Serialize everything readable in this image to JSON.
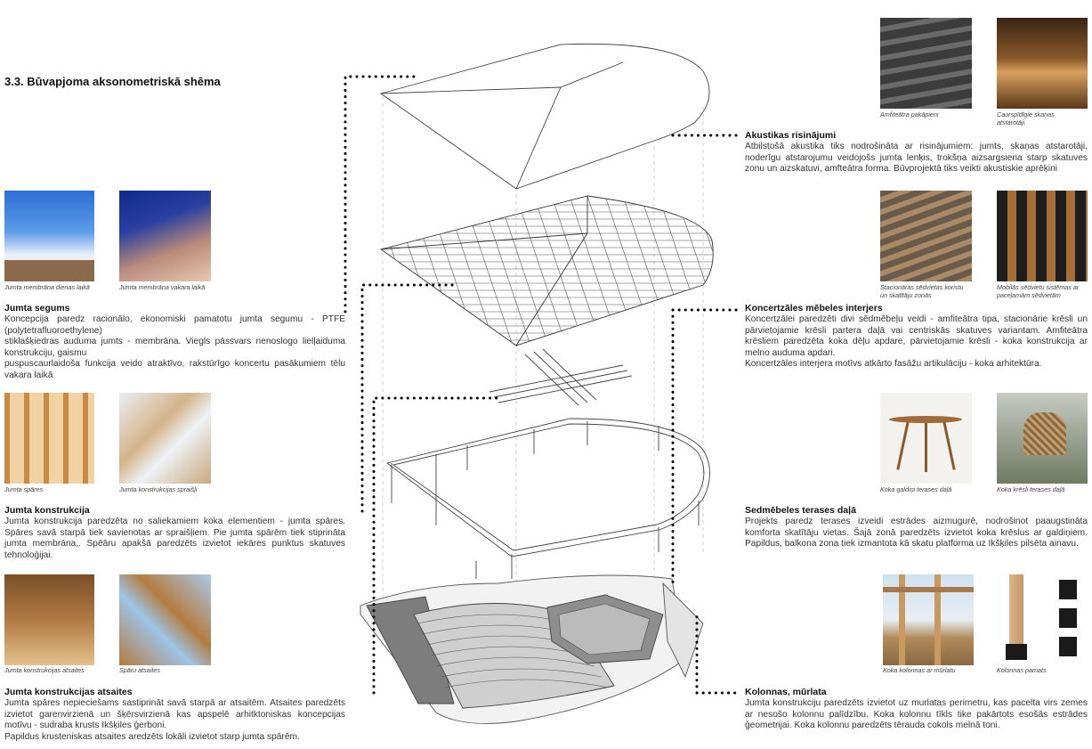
{
  "page": {
    "title": "3.3. Būvapjoma aksonometriskā shēma"
  },
  "left": {
    "photos1": [
      {
        "caption": "Jumta membrāna dienas laikā"
      },
      {
        "caption": "Jumta membrāna vakara laikā"
      }
    ],
    "segums": {
      "title": "Jumta segums",
      "p1": "Koncepcija paredz racionālo, ekonomiski pamatotu jumta segumu - PTFE (polytetrafluoroethylene)",
      "p2": "stiklašķiedras auduma jumts - membrāna. Viegls pāssvars nenoslogo lielļaiduma konstrukciju, gaismu",
      "p3": "puspuscaurlaidoša funkcija veido atraktīvo, rakstūrīgo koncertu pasākumiem tēlu vakara laikā"
    },
    "photos2": [
      {
        "caption": "Jumta spāres"
      },
      {
        "caption": "Jumta konstrukcijas spraišļi"
      }
    ],
    "konstrukcija": {
      "title": "Jumta konstrukcija",
      "body": "Jumta konstrukcija paredzēta no saliekamiem koka elementiem - jumta spāres. Spāres savā starpā tiek savienotas ar spraišļiem. Pie jumta spārēm tiek stiprināta jumta membrāna,. Spēāru apakšā paredzēts izvietot iekāres punktus skatuves tehnoloģijai."
    },
    "photos3": [
      {
        "caption": "Jumta konstrukcijas atsaites"
      },
      {
        "caption": "Spāru atsaites"
      }
    ],
    "atsaites": {
      "title": "Jumta konstrukcijas atsaites",
      "p1": "Jumta spāres nepieciešams sastiprināt savā starpā ar atsaitēm. Atsaites paredzēts izvietot garenvirzienā un šķērsvirzienā kas apspelē arhitktoniskas koncepcijas motīvu - sudraba krusts Ikšķiles ģerboni.",
      "p2": "Papildus krusteniskas atsaites aredzēts lokāli izvietot starp jumta spārēm."
    }
  },
  "right": {
    "photos1": [
      {
        "caption": "Amfiteātra pakāpieni"
      },
      {
        "caption": "Caurspīdīgie skaņas atstarotāji."
      }
    ],
    "akustika": {
      "title": "Akustikas risinājumi",
      "body": "Atbilstošā akustika tiks nodrošināta ar risinājumiem: jumts, skaņas atstarotāji, noderīgu atstarojumu veidojošs jumta lenķis, trokšņa aizsargsiena starp skatuves zonu un aizskatuvi, amfteātra forma. Būvprojektā tiks veikti akustiskie aprēķini"
    },
    "photos2": [
      {
        "caption": "Stacionāras sēdvietas koristu un skatītāju zonās"
      },
      {
        "caption": "Mobilās sēdvietu sistēmas ar paceļamām sēdvietām"
      }
    ],
    "mebeles": {
      "title": "Koncertzāles mēbeles interjers",
      "p1": "Koncertzālei paredzēti divi sēdmēbeļu veidi - amfiteātra tipa, stacionārie krēsli un pārvietojamie krēsli partera daļā vai centriskās skatuves variantam. Amfiteātra krēsliem paredzēta koka dēļu apdare, pārvietojamie krēsli - koka konstrukcija ar melno auduma apdari.",
      "p2": "Koncertzāles interjera motīvs atkārto fasāžu artikulāciju - koka arhitektūra."
    },
    "photos3": [
      {
        "caption": "Koka galdiņi terases daļā"
      },
      {
        "caption": "Koka krēsli terases daļā"
      }
    ],
    "terase": {
      "title": "Sedmēbeles terases daļā",
      "body": "Projekts paredz terases izveidi estrādes aizmugurē, nodrošinot paaugstināta komforta skatītāju vietas. Šajā zonā paredzēts izvietot koka krēslus ar galdiņiem. Papildus, balkona zona tiek izmantota kā skatu platforma uz Ikšķiles pilsēta ainavu."
    },
    "photos4": [
      {
        "caption": "Koka kolonnas ar mūrlatu"
      },
      {
        "caption": "Kolonnas pamats"
      }
    ],
    "kolonnas": {
      "title": "Kolonnas, mūrlata",
      "body": "Jumta konstrukciju paredzēts izvietot uz murlatas perimetru, kas pacelta virs zemes ar nesošo kolonnu palīdzību. Koka kolonnu tīkls tike pakārtots esošās estrādes ģeometrijai. Koka kolonnu paredzēts tērauda cokols melnā toni."
    }
  }
}
